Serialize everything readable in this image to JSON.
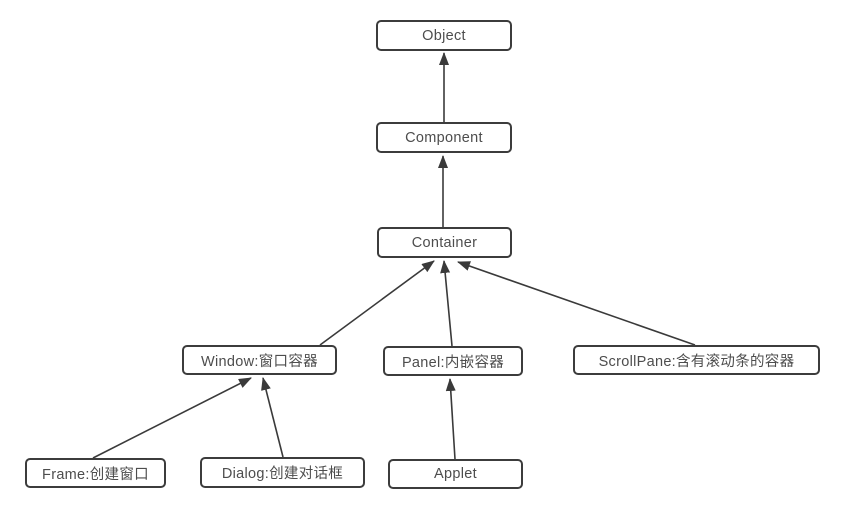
{
  "diagram": {
    "description": "Class inheritance hierarchy diagram",
    "colors": {
      "background": "#ffffff",
      "node_fill": "#ffffff",
      "node_border": "#3c3c3c",
      "text": "#4d4d4d",
      "arrow": "#3a3a3a"
    },
    "nodes": {
      "object": {
        "label": "Object"
      },
      "component": {
        "label": "Component"
      },
      "container": {
        "label": "Container"
      },
      "window": {
        "label": "Window:窗口容器"
      },
      "panel": {
        "label": "Panel:内嵌容器"
      },
      "scrollpane": {
        "label": "ScrollPane:含有滚动条的容器"
      },
      "frame": {
        "label": "Frame:创建窗口"
      },
      "dialog": {
        "label": "Dialog:创建对话框"
      },
      "applet": {
        "label": "Applet"
      }
    },
    "edges": [
      {
        "from": "Component",
        "to": "Object"
      },
      {
        "from": "Container",
        "to": "Component"
      },
      {
        "from": "Window:窗口容器",
        "to": "Container"
      },
      {
        "from": "Panel:内嵌容器",
        "to": "Container"
      },
      {
        "from": "ScrollPane:含有滚动条的容器",
        "to": "Container"
      },
      {
        "from": "Frame:创建窗口",
        "to": "Window:窗口容器"
      },
      {
        "from": "Dialog:创建对话框",
        "to": "Window:窗口容器"
      },
      {
        "from": "Applet",
        "to": "Panel:内嵌容器"
      }
    ]
  }
}
